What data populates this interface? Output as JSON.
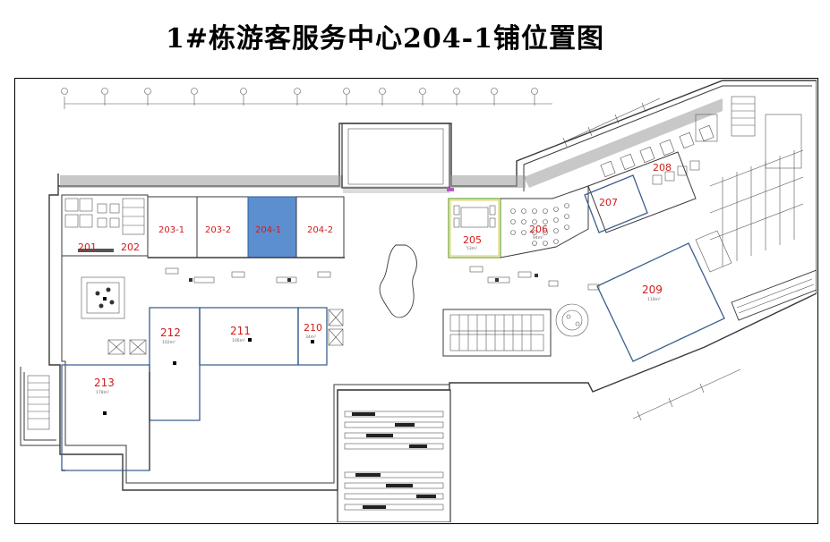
{
  "title": "1#栋游客服务中心204-1铺位置图",
  "highlight_color": "#5b8fd0",
  "units": [
    {
      "id": "u201",
      "label": "201",
      "area": ""
    },
    {
      "id": "u202",
      "label": "202",
      "area": ""
    },
    {
      "id": "u203_1",
      "label": "203-1",
      "area": ""
    },
    {
      "id": "u203_2",
      "label": "203-2",
      "area": ""
    },
    {
      "id": "u204_1",
      "label": "204-1",
      "area": "",
      "highlighted": true
    },
    {
      "id": "u204_2",
      "label": "204-2",
      "area": ""
    },
    {
      "id": "u205",
      "label": "205",
      "area": "53m²"
    },
    {
      "id": "u206",
      "label": "206",
      "area": "94m²"
    },
    {
      "id": "u207",
      "label": "207",
      "area": ""
    },
    {
      "id": "u208",
      "label": "208",
      "area": ""
    },
    {
      "id": "u209",
      "label": "209",
      "area": "118m²"
    },
    {
      "id": "u210",
      "label": "210",
      "area": "34m²"
    },
    {
      "id": "u211",
      "label": "211",
      "area": "106m²"
    },
    {
      "id": "u212",
      "label": "212",
      "area": "102m²"
    },
    {
      "id": "u213",
      "label": "213",
      "area": "178m²"
    }
  ]
}
